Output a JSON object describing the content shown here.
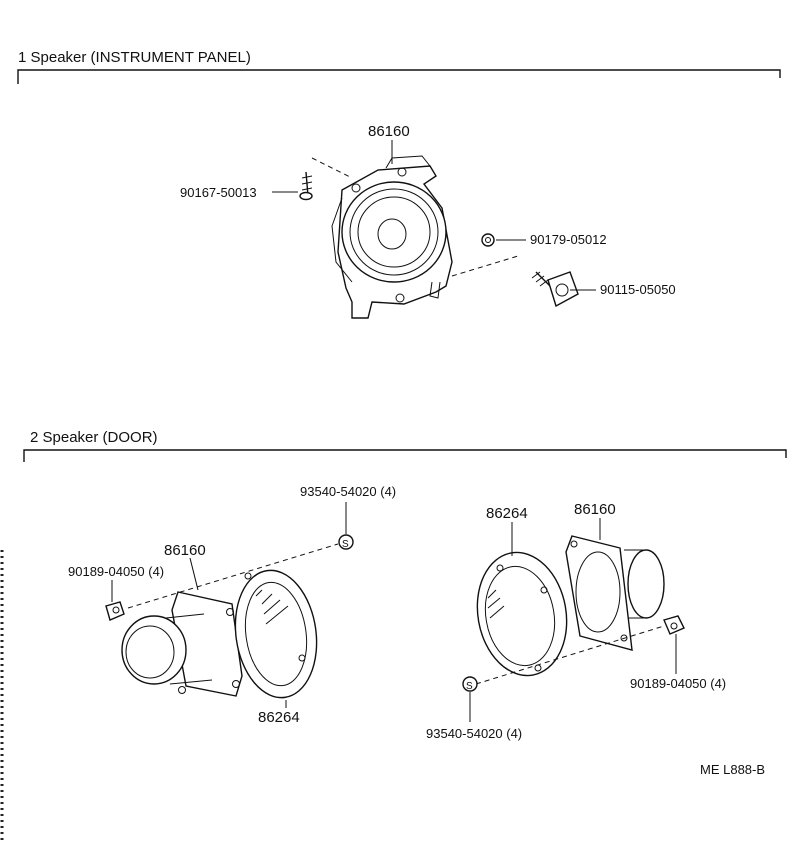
{
  "sections": [
    {
      "title": "1 Speaker (INSTRUMENT PANEL)"
    },
    {
      "title": "2 Speaker (DOOR)"
    }
  ],
  "panel": {
    "speaker": "86160",
    "screw": "90167-50013",
    "nut": "90179-05012",
    "bolt": "90115-05050"
  },
  "door_left": {
    "speaker": "86160",
    "grille": "86264",
    "screw": "90189-04050 (4)",
    "clip": "93540-54020 (4)"
  },
  "door_right": {
    "speaker": "86160",
    "grille": "86264",
    "screw": "90189-04050 (4)",
    "clip": "93540-54020 (4)"
  },
  "footer": {
    "code": "ME  L888-B"
  }
}
